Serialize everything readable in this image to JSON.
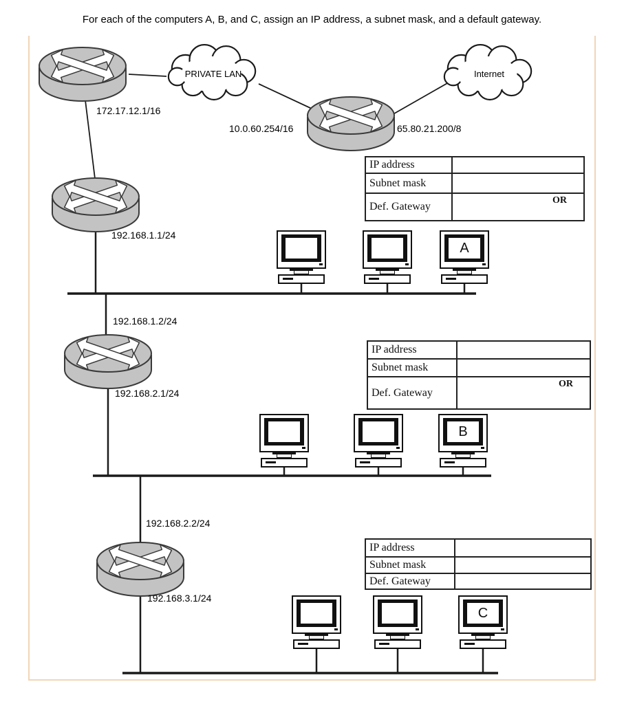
{
  "title": "For each of the computers A, B, and C, assign an IP address, a subnet mask, and a default gateway.",
  "clouds": {
    "private_lan": {
      "label": "PRIVATE LAN"
    },
    "internet": {
      "label": "Internet"
    }
  },
  "ip_labels": {
    "router1_lan": "172.17.12.1/16",
    "router2_private": "10.0.60.254/16",
    "router2_internet": "65.80.21.200/8",
    "router3_uplink": "192.168.1.1/24",
    "router4_uplink": "192.168.1.2/24",
    "router4_lan": "192.168.2.1/24",
    "router5_uplink": "192.168.2.2/24",
    "router5_lan": "192.168.3.1/24"
  },
  "computers": {
    "a": {
      "label": "A"
    },
    "b": {
      "label": "B"
    },
    "c": {
      "label": "C"
    }
  },
  "tables": {
    "host_a": {
      "rows": [
        "IP address",
        "Subnet mask",
        "Def. Gateway"
      ],
      "values": [
        "",
        "",
        ""
      ],
      "or_label": "OR"
    },
    "host_b": {
      "rows": [
        "IP address",
        "Subnet mask",
        "Def. Gateway"
      ],
      "values": [
        "",
        "",
        ""
      ],
      "or_label": "OR"
    },
    "host_c": {
      "rows": [
        "IP address",
        "Subnet mask",
        "Def. Gateway"
      ],
      "values": [
        "",
        "",
        ""
      ]
    }
  },
  "colors": {
    "frame-border": "#f2d5b8",
    "router-fill": "#c3c3c3",
    "line": "#1a1a1a"
  }
}
